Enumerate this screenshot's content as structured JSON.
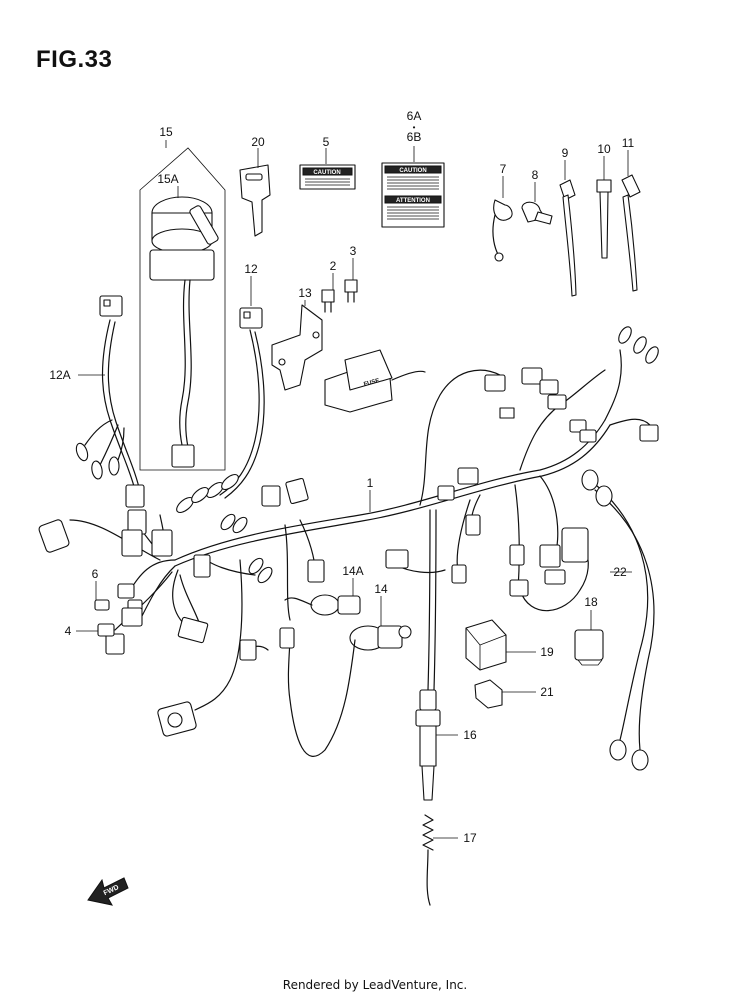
{
  "figure": {
    "title": "FIG.33"
  },
  "footer": {
    "text": "Rendered by LeadVenture, Inc."
  },
  "callouts": [
    "1",
    "2",
    "3",
    "4",
    "5",
    "6",
    "6A",
    "•",
    "6B",
    "7",
    "8",
    "9",
    "10",
    "11",
    "12",
    "12A",
    "13",
    "14",
    "14A",
    "15",
    "15A",
    "16",
    "17",
    "18",
    "19",
    "20",
    "21",
    "22"
  ],
  "stickers": {
    "caution": "CAUTION",
    "attention": "ATTENTION",
    "fuse": "FUSE"
  },
  "arrow": {
    "label": "FWD"
  },
  "colors": {
    "line": "#111111",
    "background": "#ffffff"
  }
}
